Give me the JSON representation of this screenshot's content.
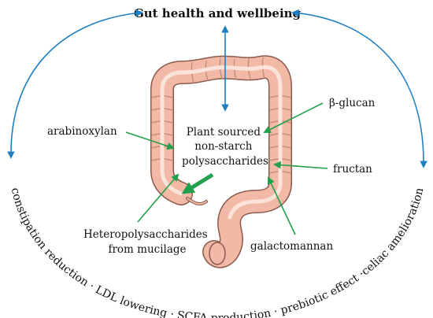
{
  "title": "Gut health and wellbeing",
  "center_label": [
    "Plant sourced",
    "non-starch",
    "polysaccharides"
  ],
  "sources": {
    "arabinoxylan": "arabinoxylan",
    "beta_glucan": "β-glucan",
    "fructan": "fructan",
    "galactomannan": "galactomannan",
    "mucilage": [
      "Heteropolysaccharides",
      "from mucilage"
    ]
  },
  "benefits_text": "constipation reduction · LDL lowering · SCFA production · prebiotic effect ·celiac amelioration",
  "colors": {
    "label_arrow": "#22a04b",
    "main_arrow": "#1e7fc1",
    "colon_fill": "#f2b9a6",
    "colon_stroke": "#8a5a4c",
    "colon_lumen": "#fbe3da"
  }
}
